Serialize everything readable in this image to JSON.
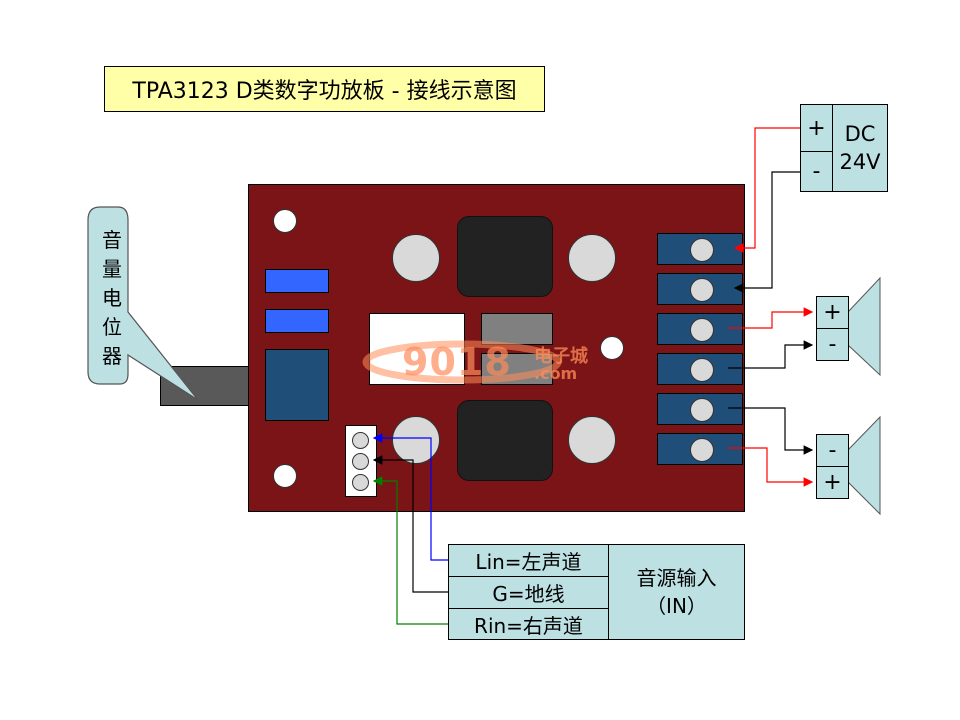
{
  "title": "TPA3123 D类数字功放板 - 接线示意图",
  "power": {
    "plus_label": "+",
    "minus_label": "-",
    "name_line1": "DC",
    "name_line2": "24V"
  },
  "speaker_right_top": {
    "plus_label": "+",
    "minus_label": "-"
  },
  "speaker_right_bottom": {
    "minus_label": "-",
    "plus_label": "+"
  },
  "potentiometer_callout": {
    "chars": [
      "音",
      "量",
      "电",
      "位",
      "器"
    ]
  },
  "audio_input": {
    "rows": [
      "Lin=左声道",
      "G=地线",
      "Rin=右声道"
    ],
    "name_line1": "音源输入",
    "name_line2": "（IN）"
  },
  "watermark": {
    "main": "9018",
    "cn": "电子城",
    "domain": ".com"
  },
  "colors": {
    "board": "#7b1416",
    "wire_positive": "#ff0000",
    "wire_negative": "#000000",
    "wire_left": "#0000ff",
    "wire_right": "#008000",
    "label_fill": "#bde0e3",
    "title_fill": "#ffffa8"
  }
}
